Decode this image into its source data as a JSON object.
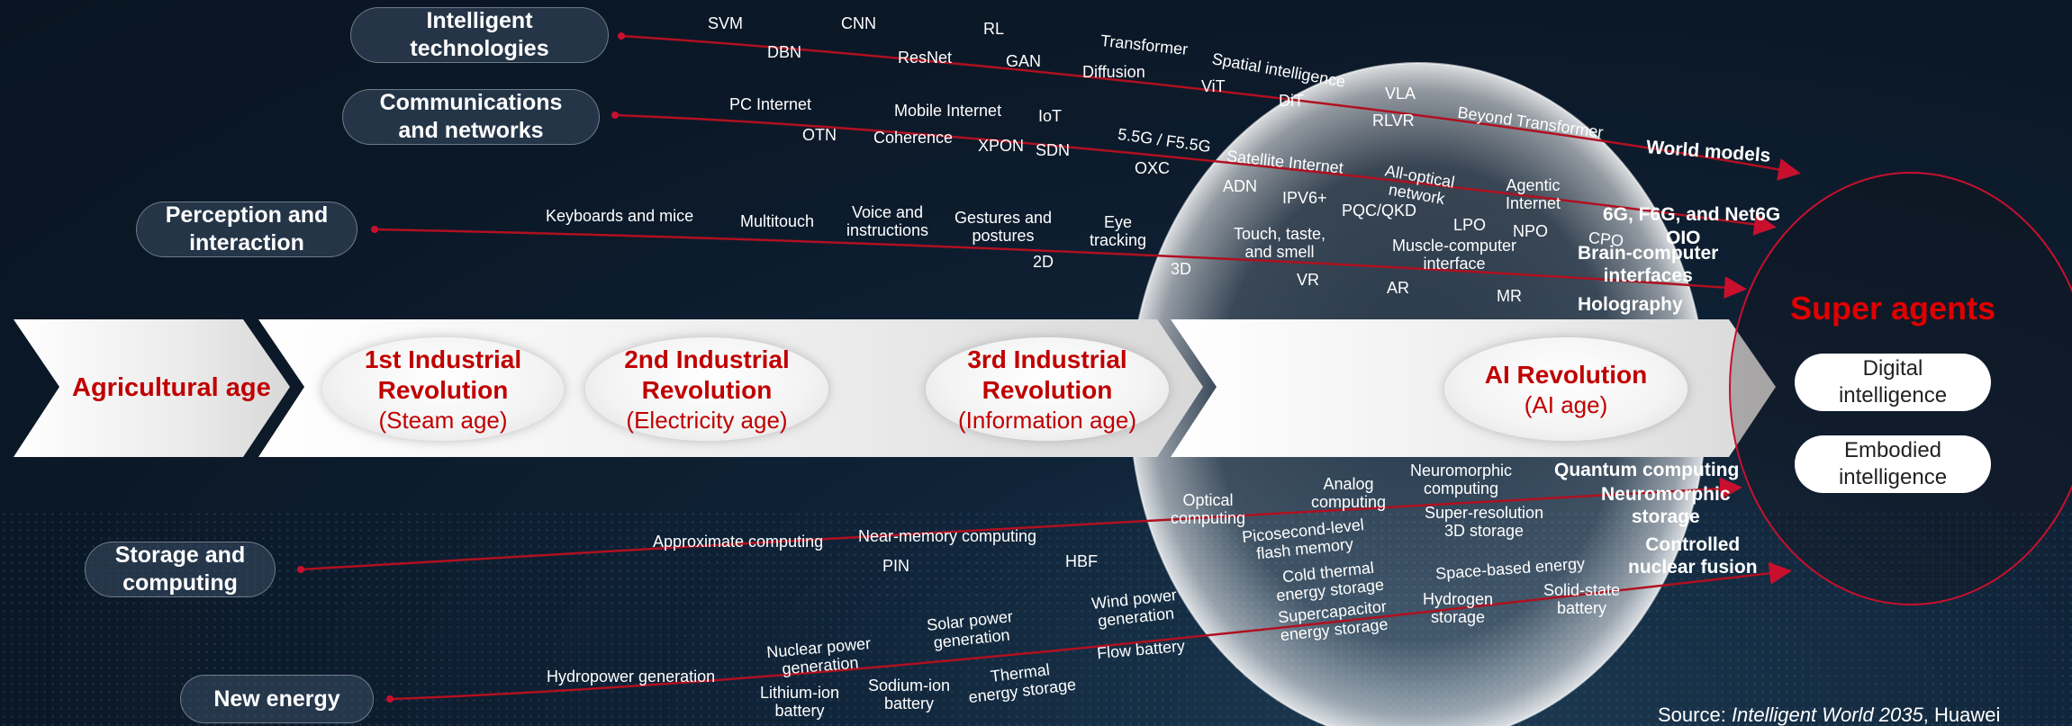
{
  "categories": {
    "intelligent": "Intelligent\ntechnologies",
    "communications": "Communications\nand networks",
    "perception": "Perception and\ninteraction",
    "storage": "Storage and\ncomputing",
    "energy": "New energy"
  },
  "eras": {
    "agricultural": "Agricultural age",
    "first": {
      "title": "1st Industrial\nRevolution",
      "sub": "(Steam age)"
    },
    "second": {
      "title": "2nd Industrial\nRevolution",
      "sub": "(Electricity age)"
    },
    "third": {
      "title": "3rd Industrial\nRevolution",
      "sub": "(Information age)"
    },
    "ai": {
      "title": "AI Revolution",
      "sub": "(AI age)"
    }
  },
  "super_agents": {
    "title": "Super agents",
    "digital": "Digital\nintelligence",
    "embodied": "Embodied\nintelligence"
  },
  "intelligent_labels": [
    "SVM",
    "CNN",
    "RL",
    "Transformer",
    "DBN",
    "ResNet",
    "GAN",
    "Diffusion",
    "Spatial intelligence",
    "ViT",
    "DiT",
    "VLA",
    "RLVR",
    "Beyond Transformer",
    "World models"
  ],
  "communications_labels": [
    "PC Internet",
    "Mobile Internet",
    "IoT",
    "OTN",
    "Coherence",
    "XPON",
    "SDN",
    "5.5G / F5.5G",
    "OXC",
    "Satellite Internet",
    "ADN",
    "IPV6+",
    "PQC/QKD",
    "All-optical\nnetwork",
    "Agentic\nInternet",
    "LPO",
    "NPO",
    "CPO",
    "6G, F6G, and Net6G",
    "OIO"
  ],
  "perception_labels": [
    "Keyboards and mice",
    "Multitouch",
    "Voice and\ninstructions",
    "Gestures and\npostures",
    "Eye\ntracking",
    "2D",
    "3D",
    "Touch, taste,\nand smell",
    "VR",
    "Muscle-computer\ninterface",
    "AR",
    "MR",
    "Brain-computer\ninterfaces",
    "Holography"
  ],
  "storage_labels": [
    "Approximate computing",
    "Near-memory computing",
    "PIN",
    "HBF",
    "Optical\ncomputing",
    "Analog\ncomputing",
    "Neuromorphic\ncomputing",
    "Picosecond-level\nflash memory",
    "Super-resolution\n3D storage",
    "Quantum computing",
    "Neuromorphic\nstorage"
  ],
  "energy_labels": [
    "Hydropower generation",
    "Nuclear power\ngeneration",
    "Lithium-ion\nbattery",
    "Solar power\ngeneration",
    "Sodium-ion\nbattery",
    "Thermal\nenergy storage",
    "Wind power\ngeneration",
    "Flow battery",
    "Cold thermal\nenergy storage",
    "Supercapacitor\nenergy storage",
    "Space-based energy",
    "Hydrogen\nstorage",
    "Solid-state\nbattery",
    "Controlled\nnuclear fusion"
  ],
  "source": {
    "prefix": "Source: ",
    "title": "Intelligent World 2035",
    "suffix": ", Huawei"
  },
  "colors": {
    "accent": "#c00000",
    "line": "#b01020",
    "background": "#0b1827"
  }
}
